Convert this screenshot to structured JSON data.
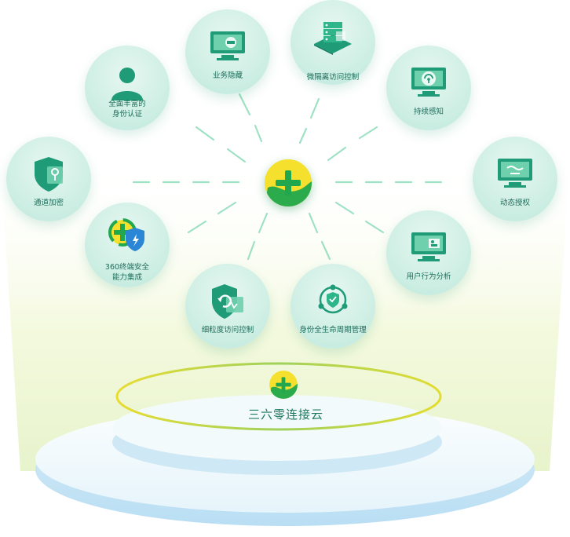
{
  "hub": {
    "icon": "360-plus-logo-icon"
  },
  "platform": {
    "icon": "360-plus-logo-icon",
    "title": "三六零连接云"
  },
  "nodes": [
    {
      "id": "business-hiding",
      "label_lines": [
        "业务隐藏"
      ],
      "icon": "monitor-hidden-icon"
    },
    {
      "id": "micro-isolation",
      "label_lines": [
        "微隔离访问控制"
      ],
      "icon": "server-stack-icon"
    },
    {
      "id": "identity-auth",
      "label_lines": [
        "全面丰富的",
        "身份认证"
      ],
      "icon": "user-silhouette-icon"
    },
    {
      "id": "continuous-sense",
      "label_lines": [
        "持续感知"
      ],
      "icon": "monitor-signal-icon"
    },
    {
      "id": "channel-encrypt",
      "label_lines": [
        "通道加密"
      ],
      "icon": "shield-key-icon"
    },
    {
      "id": "dynamic-auth",
      "label_lines": [
        "动态授权"
      ],
      "icon": "monitor-wave-icon"
    },
    {
      "id": "endpoint-security",
      "label_lines": [
        "360终端安全",
        "能力集成"
      ],
      "icon": "360-shield-icon"
    },
    {
      "id": "user-behavior",
      "label_lines": [
        "用户行为分析"
      ],
      "icon": "monitor-analysis-icon"
    },
    {
      "id": "fine-grained",
      "label_lines": [
        "细粒度访问控制"
      ],
      "icon": "shield-refresh-icon"
    },
    {
      "id": "identity-lifecycle",
      "label_lines": [
        "身份全生命周期管理"
      ],
      "icon": "cycle-shield-icon"
    }
  ],
  "colors": {
    "accent_green": "#2fb58a",
    "brand_yellow": "#f5e12d",
    "brand_green": "#21a84f",
    "label_green": "#1d6d58"
  }
}
